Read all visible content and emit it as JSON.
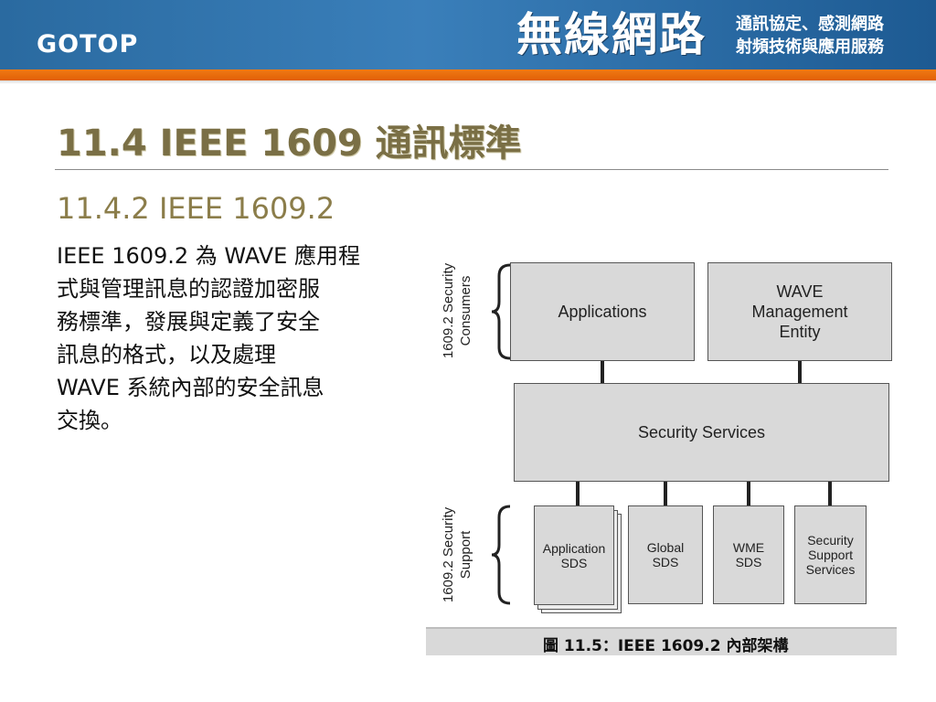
{
  "header": {
    "logo": "GOTOP",
    "brand": "無線網路",
    "tagline_line1": "通訊協定、感測網路",
    "tagline_line2": "射頻技術與應用服務"
  },
  "title": "11.4  IEEE 1609 通訊標準",
  "subtitle": "11.4.2  IEEE 1609.2",
  "body_lines": [
    "IEEE 1609.2 為 WAVE 應用程",
    "式與管理訊息的認證加密服",
    "務標準，發展與定義了安全",
    "訊息的格式，以及處理",
    "WAVE 系統內部的安全訊息",
    "交換。"
  ],
  "figure": {
    "consumers_label_line1": "1609.2 Security",
    "consumers_label_line2": "Consumers",
    "support_label_line1": "1609.2 Security",
    "support_label_line2": "Support",
    "applications": "Applications",
    "wme_line1": "WAVE",
    "wme_line2": "Management",
    "wme_line3": "Entity",
    "security_services": "Security Services",
    "app_sds_line1": "Application",
    "app_sds_line2": "SDS",
    "global_sds_line1": "Global",
    "global_sds_line2": "SDS",
    "wme_sds_line1": "WME",
    "wme_sds_line2": "SDS",
    "ssserv_line1": "Security",
    "ssserv_line2": "Support",
    "ssserv_line3": "Services",
    "caption": "圖 11.5：IEEE 1609.2 內部架構"
  }
}
